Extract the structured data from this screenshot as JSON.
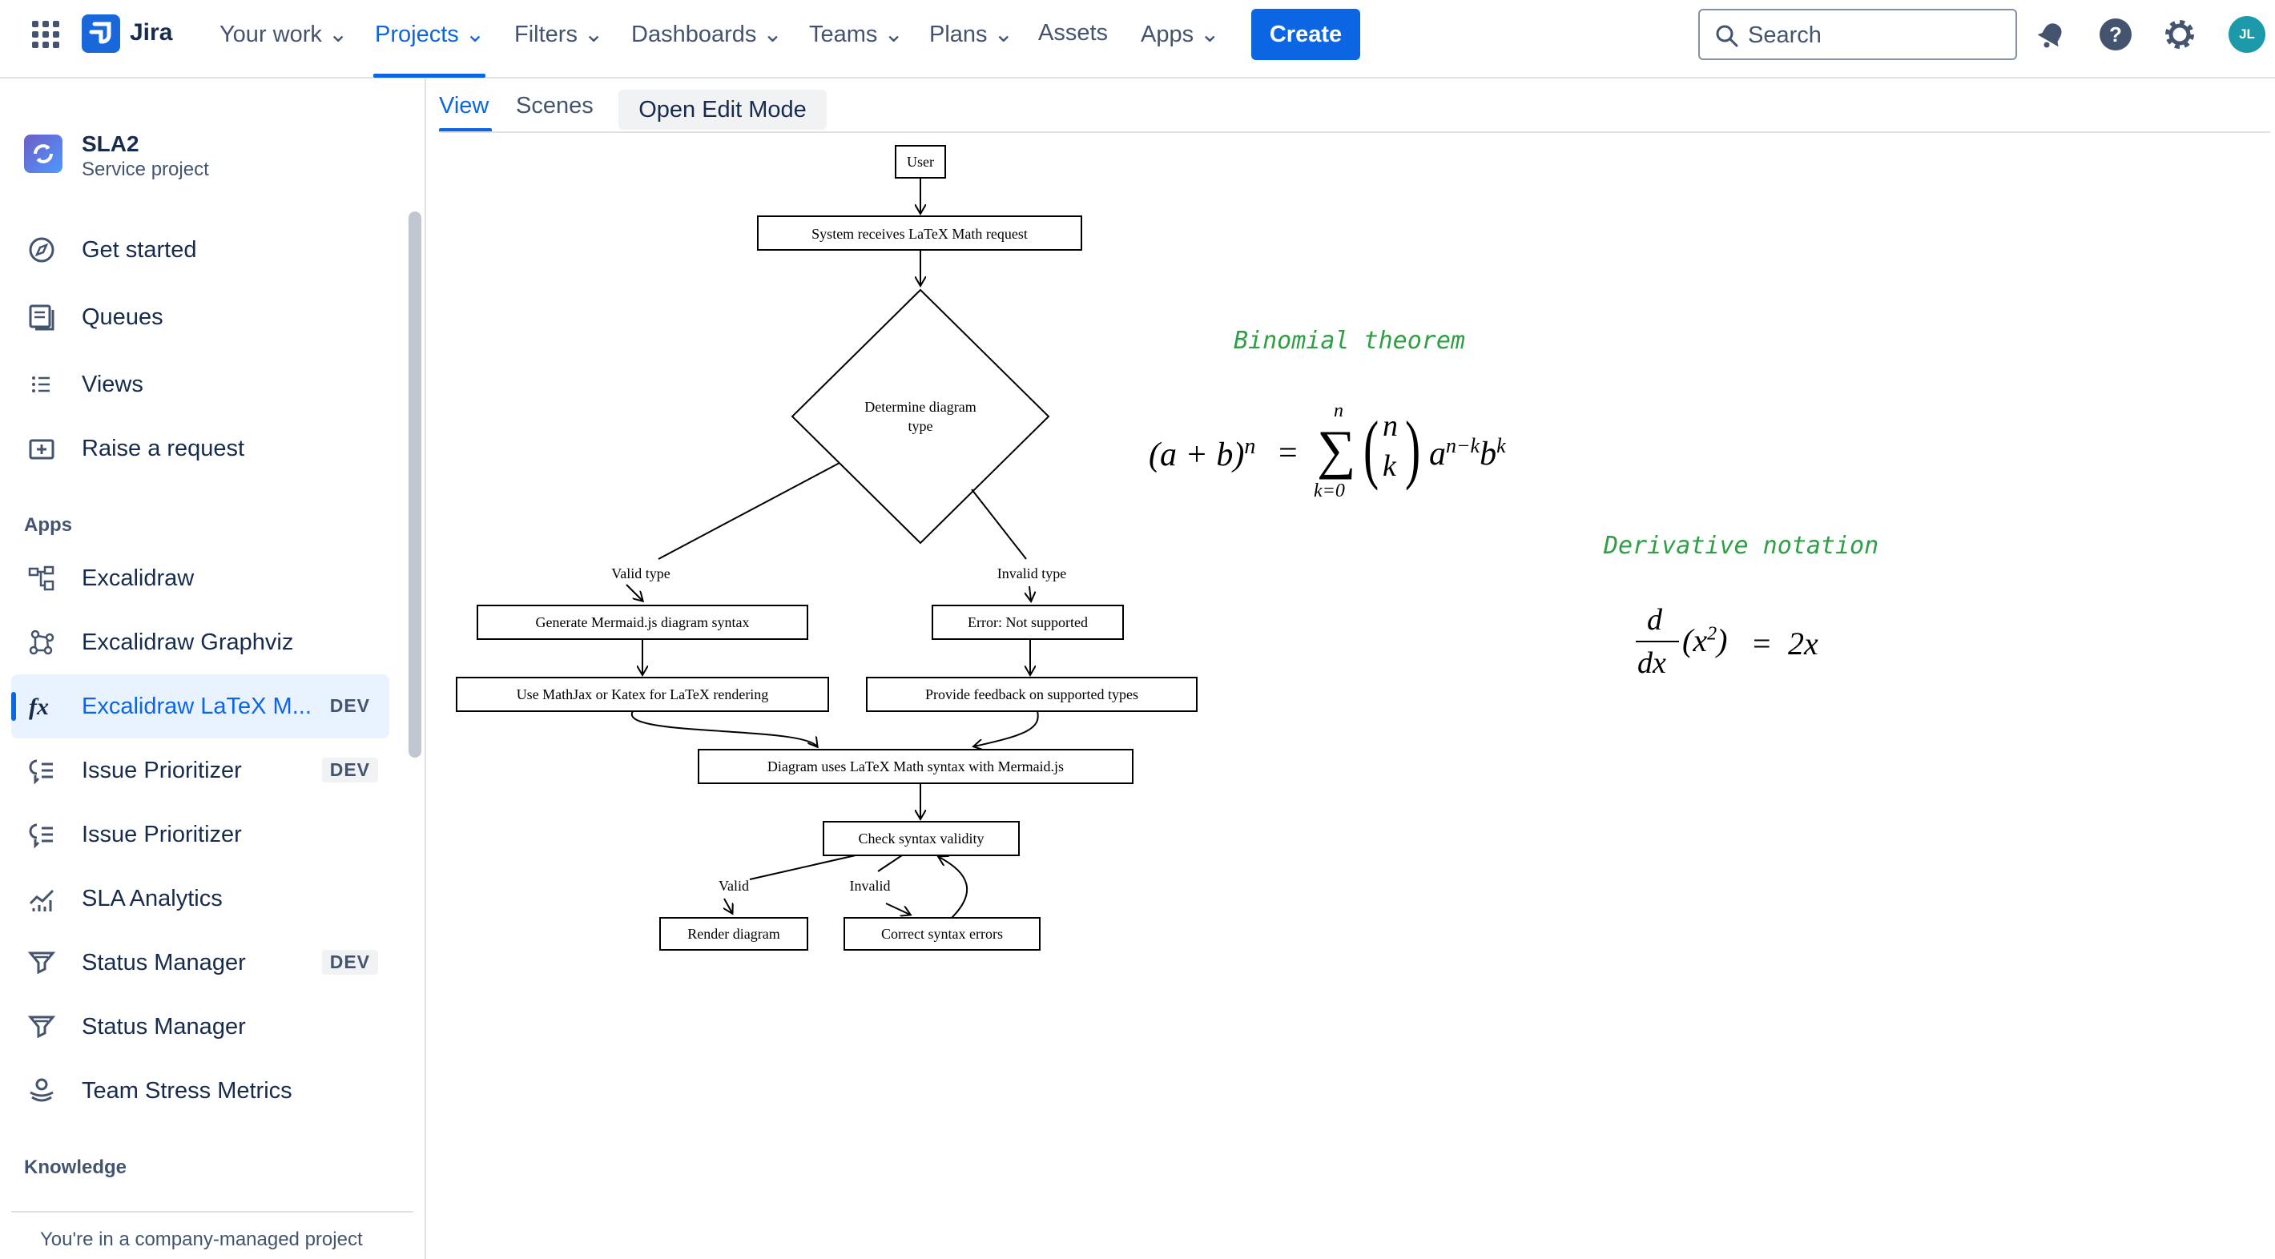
{
  "topnav": {
    "brand": "Jira",
    "items": [
      "Your work",
      "Projects",
      "Filters",
      "Dashboards",
      "Teams",
      "Plans",
      "Assets",
      "Apps"
    ],
    "create_label": "Create",
    "search_placeholder": "Search",
    "avatar_initials": "JL"
  },
  "project": {
    "name": "SLA2",
    "type": "Service project"
  },
  "sidebar": {
    "main_items": [
      {
        "label": "Get started"
      },
      {
        "label": "Queues"
      },
      {
        "label": "Views"
      },
      {
        "label": "Raise a request"
      }
    ],
    "apps_header": "Apps",
    "apps": [
      {
        "label": "Excalidraw",
        "badge": ""
      },
      {
        "label": "Excalidraw Graphviz",
        "badge": ""
      },
      {
        "label": "Excalidraw LaTeX M...",
        "badge": "DEV"
      },
      {
        "label": "Issue Prioritizer",
        "badge": "DEV"
      },
      {
        "label": "Issue Prioritizer",
        "badge": ""
      },
      {
        "label": "SLA Analytics",
        "badge": ""
      },
      {
        "label": "Status Manager",
        "badge": "DEV"
      },
      {
        "label": "Status Manager",
        "badge": ""
      },
      {
        "label": "Team Stress Metrics",
        "badge": ""
      }
    ],
    "knowledge_header": "Knowledge",
    "footer": "You're in a company-managed project"
  },
  "tabs": {
    "view": "View",
    "scenes": "Scenes",
    "edit_mode": "Open Edit Mode"
  },
  "flowchart": {
    "user": "User",
    "receive": "System receives LaTeX Math request",
    "decision_line1": "Determine diagram",
    "decision_line2": "type",
    "valid_type": "Valid type",
    "invalid_type": "Invalid type",
    "generate": "Generate Mermaid.js diagram syntax",
    "error": "Error: Not supported",
    "mathjax": "Use MathJax or Katex for LaTeX rendering",
    "feedback": "Provide feedback on supported types",
    "uses": "Diagram uses LaTeX Math syntax with Mermaid.js",
    "check": "Check syntax validity",
    "valid": "Valid",
    "invalid": "Invalid",
    "render": "Render diagram",
    "correct": "Correct syntax errors"
  },
  "annotations": {
    "binomial_title": "Binomial theorem",
    "derivative_title": "Derivative notation"
  }
}
